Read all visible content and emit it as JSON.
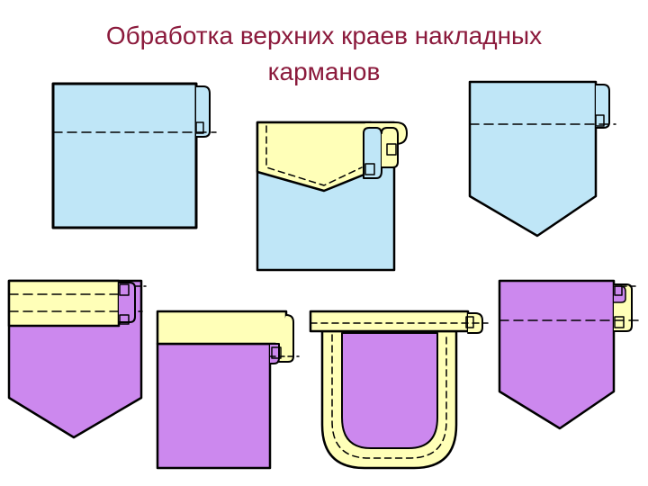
{
  "title": {
    "line1": "Обработка верхних краев накладных",
    "line2": "карманов"
  },
  "colors": {
    "title": "#8B1A3C",
    "blue_fabric": "#BFE6F7",
    "yellow_facing": "#FFFFB8",
    "purple_fabric": "#CC88EE",
    "outline": "#000000"
  },
  "pockets": [
    {
      "name": "rectangular-blue-pocket",
      "fabric": "blue",
      "shape": "rectangle",
      "top_edge": "folded hem"
    },
    {
      "name": "pointed-blue-pocket-with-facing",
      "fabric": "blue",
      "shape": "rectangle with pointed facing",
      "top_edge": "facing turned inside"
    },
    {
      "name": "pointed-blue-pocket",
      "fabric": "blue",
      "shape": "pointed bottom",
      "top_edge": "folded hem"
    },
    {
      "name": "pointed-purple-pocket-with-facing",
      "fabric": "purple",
      "shape": "pointed bottom",
      "top_edge": "separate facing"
    },
    {
      "name": "rectangular-purple-pocket-with-band",
      "fabric": "purple",
      "shape": "rectangle",
      "top_edge": "separate band"
    },
    {
      "name": "rounded-purple-pocket-with-binding",
      "fabric": "purple",
      "shape": "rounded bottom",
      "top_edge": "band with edge binding"
    },
    {
      "name": "pointed-purple-pocket",
      "fabric": "purple",
      "shape": "pointed bottom",
      "top_edge": "folded hem"
    }
  ]
}
